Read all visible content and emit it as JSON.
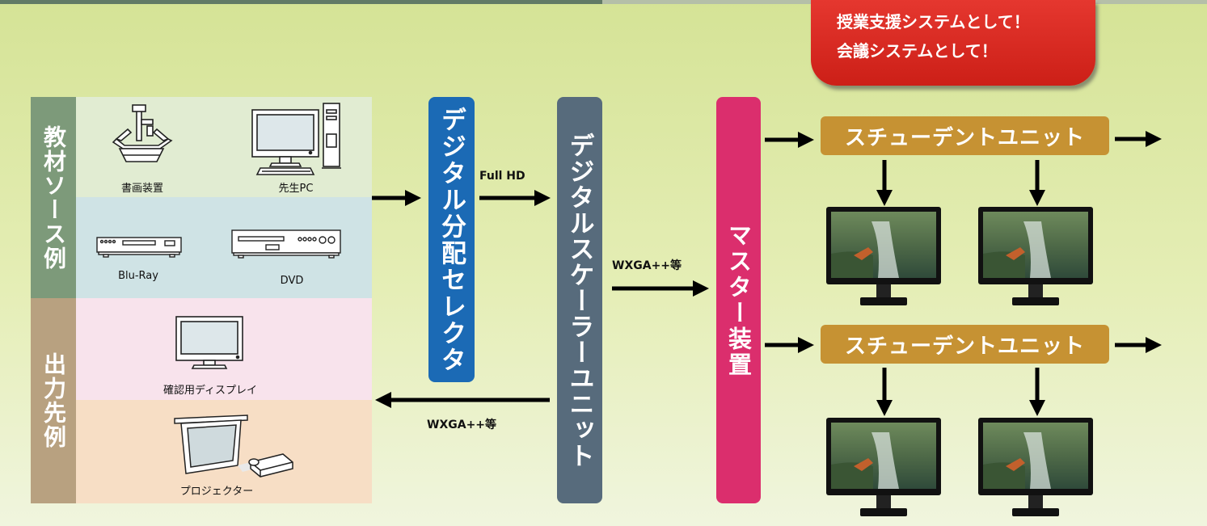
{
  "banner": {
    "line1": "授業支援システムとして！",
    "line2": "会議システムとして！"
  },
  "panels": {
    "source_label": "教材ソース例",
    "output_label": "出力先例",
    "devices": {
      "document_camera": "書画装置",
      "teacher_pc": "先生PC",
      "bluray": "Blu-Ray",
      "dvd": "DVD",
      "check_display": "確認用ディスプレイ",
      "projector": "プロジェクター"
    }
  },
  "components": {
    "selector": "デジタル分配セレクタ",
    "scaler": "デジタルスケーラーユニット",
    "master": "マスター装置",
    "student_unit_1": "スチューデントユニット",
    "student_unit_2": "スチューデントユニット"
  },
  "flows": {
    "full_hd": "Full HD",
    "wxga_to_master": "WXGA++等",
    "wxga_to_output": "WXGA++等"
  },
  "colors": {
    "banner": "#d9261e",
    "selector": "#1b6ab5",
    "scaler": "#576b7c",
    "master": "#db2e6d",
    "student_unit": "#c69233"
  }
}
